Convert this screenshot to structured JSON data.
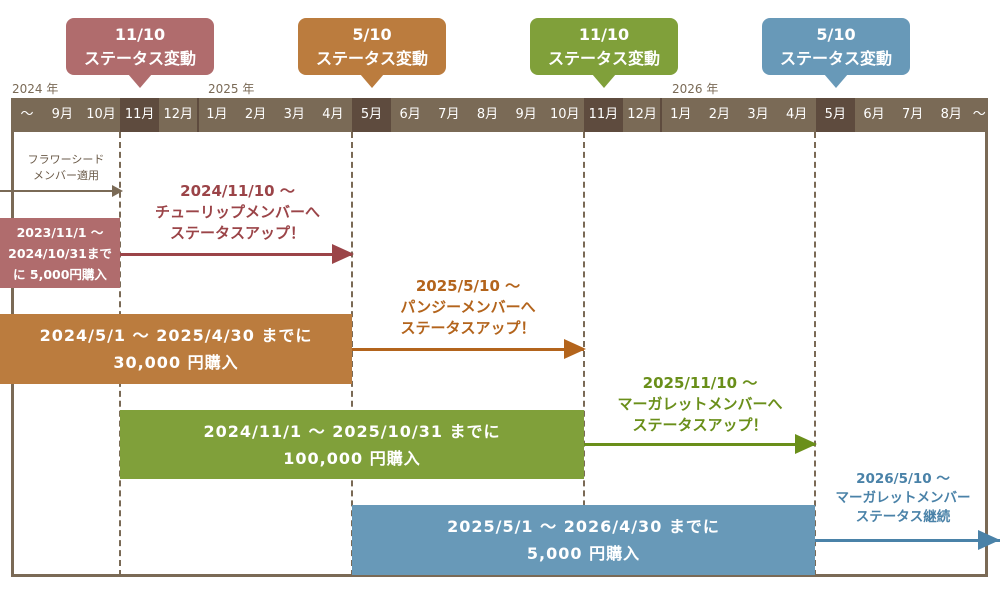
{
  "callouts": [
    {
      "date": "11/10",
      "label": "ステータス変動",
      "color": "#b06c6d"
    },
    {
      "date": "5/10",
      "label": "ステータス変動",
      "color": "#bb7c3e"
    },
    {
      "date": "11/10",
      "label": "ステータス変動",
      "color": "#80a03a"
    },
    {
      "date": "5/10",
      "label": "ステータス変動",
      "color": "#6899b8"
    }
  ],
  "years": [
    "2024 年",
    "2025 年",
    "2026 年"
  ],
  "months": [
    "～",
    "9月",
    "10月",
    "11月",
    "12月",
    "1月",
    "2月",
    "3月",
    "4月",
    "5月",
    "6月",
    "7月",
    "8月",
    "9月",
    "10月",
    "11月",
    "12月",
    "1月",
    "2月",
    "3月",
    "4月",
    "5月",
    "6月",
    "7月",
    "8月",
    "～"
  ],
  "highlighted_months": [
    3,
    9,
    15,
    21
  ],
  "flower_seed": {
    "line1": "フラワーシード",
    "line2": "メンバー適用"
  },
  "periods": [
    {
      "line1": "2023/11/1 ～",
      "line2": "2024/10/31まで",
      "line3": "に 5,000円購入",
      "color": "#b06c6d"
    },
    {
      "line1": "2024/5/1 ～ 2025/4/30 までに",
      "line2": "30,000 円購入",
      "color": "#bb7c3e"
    },
    {
      "line1": "2024/11/1 ～ 2025/10/31 までに",
      "line2": "100,000 円購入",
      "color": "#80a03a"
    },
    {
      "line1": "2025/5/1 ～ 2026/4/30 までに",
      "line2": "5,000 円購入",
      "color": "#6899b8"
    }
  ],
  "results": [
    {
      "line1": "2024/11/10 ～",
      "line2": "チューリップメンバーへ",
      "line3": "ステータスアップ！",
      "color": "#9b4448"
    },
    {
      "line1": "2025/5/10 ～",
      "line2": "パンジーメンバーへ",
      "line3": "ステータスアップ！",
      "color": "#b3641c"
    },
    {
      "line1": "2025/11/10 ～",
      "line2": "マーガレットメンバーへ",
      "line3": "ステータスアップ！",
      "color": "#6a8f1a"
    },
    {
      "line1": "2026/5/10 ～",
      "line2": "マーガレットメンバー",
      "line3": "ステータス継続",
      "color": "#4a82a8"
    }
  ]
}
